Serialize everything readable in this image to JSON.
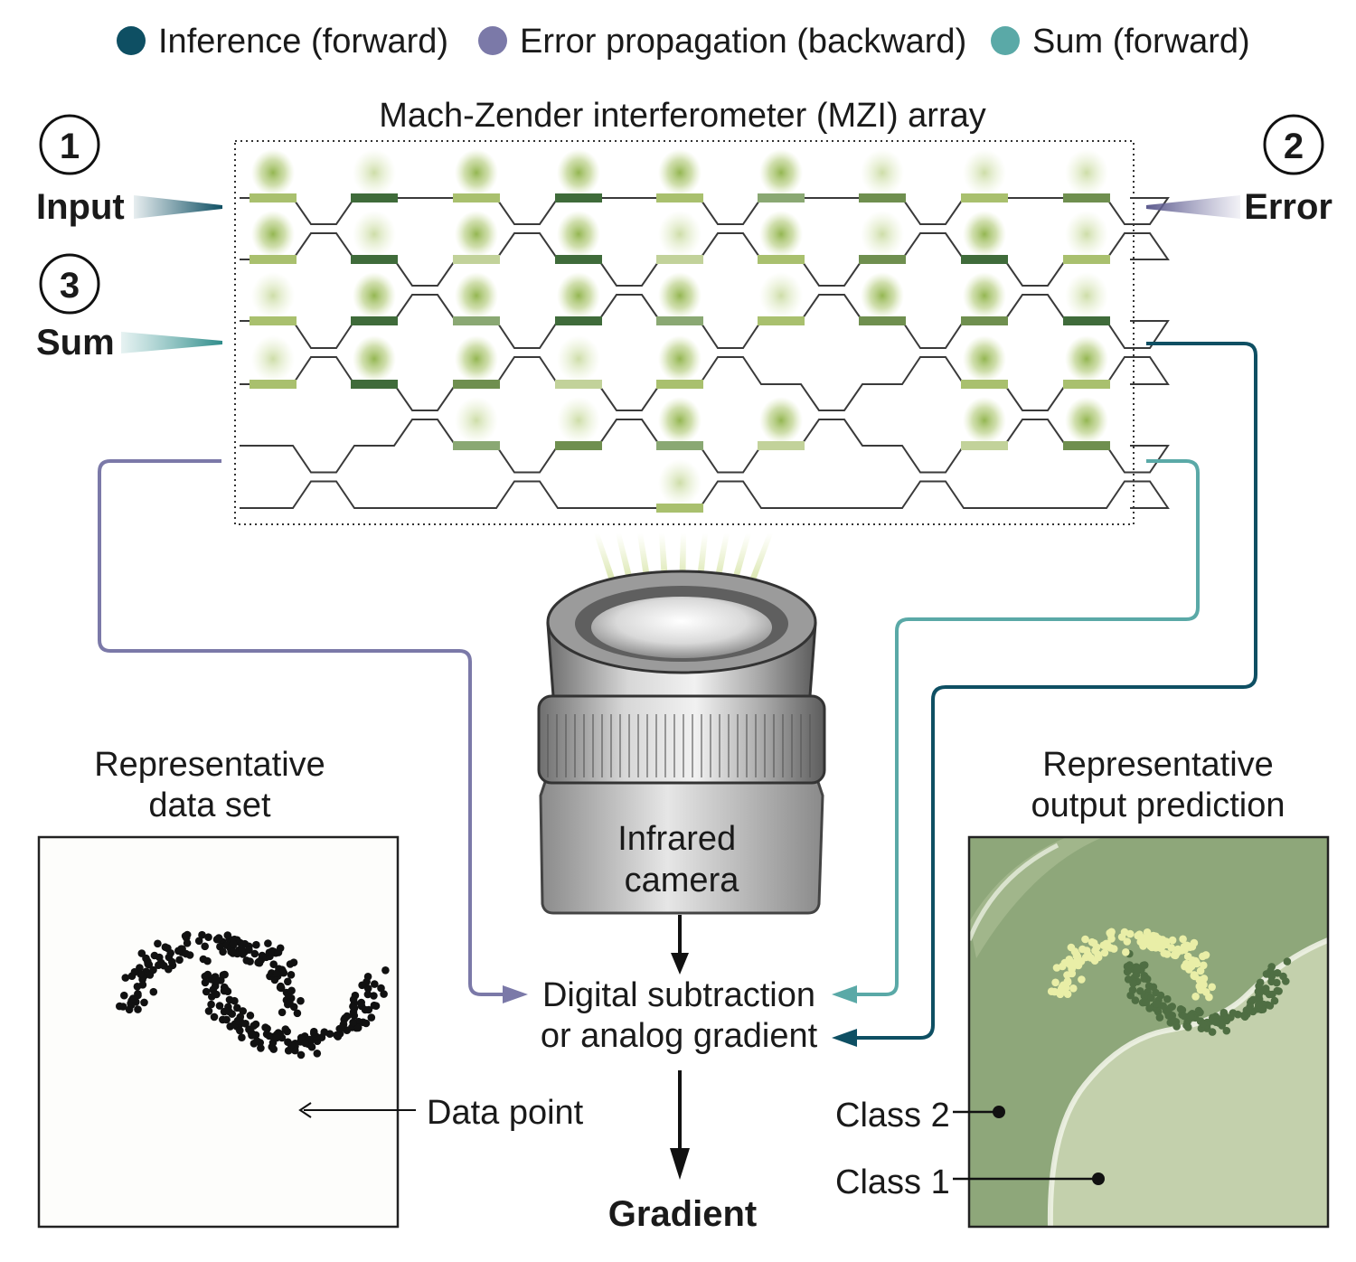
{
  "legend": [
    {
      "label": "Inference (forward)",
      "color": "#0e4f63"
    },
    {
      "label": "Error propagation (backward)",
      "color": "#7b79a8"
    },
    {
      "label": "Sum (forward)",
      "color": "#5aa9a7"
    }
  ],
  "mzi_title": "Mach-Zender interferometer (MZI) array",
  "steps": [
    {
      "number": "1",
      "label": "Input"
    },
    {
      "number": "2",
      "label": "Error"
    },
    {
      "number": "3",
      "label": "Sum"
    }
  ],
  "camera_label": "Infrared camera",
  "process_label_line1": "Digital subtraction",
  "process_label_line2": "or analog gradient",
  "output_label": "Gradient",
  "dataset_title_line1": "Representative",
  "dataset_title_line2": "data set",
  "prediction_title_line1": "Representative",
  "prediction_title_line2": "output prediction",
  "data_point_label": "Data point",
  "class2_label": "Class 2",
  "class1_label": "Class 1",
  "colors": {
    "inference": "#0e4f63",
    "error": "#7b79a8",
    "sum": "#5aa9a7",
    "class2_region": "#8ea77a",
    "class1_region": "#c3d0ac",
    "class2_points": "#4f6e43",
    "class1_points": "#e9eea7"
  }
}
